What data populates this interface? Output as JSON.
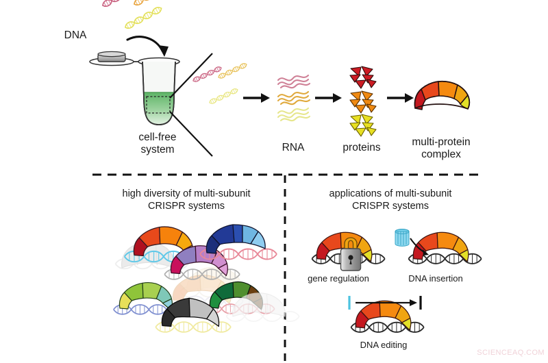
{
  "figure": {
    "title_labels": {
      "dna": "DNA",
      "cell_free_system_line1": "cell-free",
      "cell_free_system_line2": "system",
      "rna": "RNA",
      "proteins": "proteins",
      "complex_line1": "multi-protein",
      "complex_line2": "complex"
    },
    "panels": {
      "left": {
        "heading_line1": "high diversity of multi-subunit",
        "heading_line2": "CRISPR systems"
      },
      "right": {
        "heading_line1": "applications of multi-subunit",
        "heading_line2": "CRISPR systems",
        "applications": [
          {
            "label": "gene regulation",
            "icon": "padlock-icon"
          },
          {
            "label": "DNA insertion",
            "icon": "cargo-cylinder-icon"
          },
          {
            "label": "DNA editing",
            "icon": "cut-markers-icon"
          }
        ]
      }
    },
    "watermark": "SCIENCEAQ.COM",
    "colors": {
      "dna_pink": "#c9607f",
      "dna_orange": "#e8a33d",
      "dna_yellow": "#e3e05a",
      "protein_red": "#cc1c24",
      "protein_orange": "#f08a12",
      "protein_yellow": "#e8e022",
      "complex_dark_red": "#c4181f",
      "complex_red_orange": "#e8481c",
      "complex_orange": "#f58a10",
      "complex_yellow_orange": "#f0b81a",
      "complex_yellow": "#e3e027",
      "tube_green": "#6fbf73",
      "cyan_accent": "#4cc3e0",
      "lock_gray": "#9a9a9a",
      "stroke": "#1a1a1a",
      "watermark": "#f0d2d8"
    },
    "dna_strands_top": [
      {
        "name": "dna-strand-pink",
        "color": "#c9607f"
      },
      {
        "name": "dna-strand-orange",
        "color": "#e8a33d"
      },
      {
        "name": "dna-strand-yellow",
        "color": "#e3e05a"
      }
    ],
    "dna_strands_tube": [
      {
        "name": "dna-strand-pink",
        "color": "#c9607f"
      },
      {
        "name": "dna-strand-orange",
        "color": "#e8c25a"
      },
      {
        "name": "dna-strand-yellow",
        "color": "#e8e680"
      }
    ],
    "rna_strands": [
      {
        "name": "rna-strand-pink",
        "color": "#cf8096"
      },
      {
        "name": "rna-strand-orange",
        "color": "#e0a93c"
      },
      {
        "name": "rna-strand-yellow",
        "color": "#e6e68c"
      }
    ],
    "protein_clusters": [
      {
        "name": "protein-cluster-red",
        "color": "#cc1c24"
      },
      {
        "name": "protein-cluster-orange",
        "color": "#f08a12"
      },
      {
        "name": "protein-cluster-yellow",
        "color": "#e8e022"
      }
    ],
    "diversity_complexes": [
      {
        "name": "complex-warm-orange",
        "c1": "#b01020",
        "c2": "#e8491b",
        "c3": "#f6820c",
        "c4": "#f7a90e",
        "c5": "#e0e026",
        "dna": "#5fc8e8",
        "opacity": 1
      },
      {
        "name": "complex-ghost-gray",
        "c1": "#cfcfcf",
        "c2": "#dcdcdc",
        "c3": "#e4e4e4",
        "c4": "#ececec",
        "c5": "#f2f2f2",
        "dna": "#dddddd",
        "opacity": 0.55
      },
      {
        "name": "complex-ghost-pale",
        "c1": "#f0e8d8",
        "c2": "#f4ecdc",
        "c3": "#f6f0e2",
        "c4": "#f8f2e6",
        "c5": "#faf6ec",
        "dna": "#eeeae0",
        "opacity": 0.5
      },
      {
        "name": "complex-blue",
        "c1": "#1c2f7a",
        "c2": "#223a96",
        "c3": "#2b4fb0",
        "c4": "#6fb6e2",
        "c5": "#8fcdf0",
        "dna": "#e88898",
        "opacity": 1
      },
      {
        "name": "complex-magenta",
        "c1": "#c8105c",
        "c2": "#8f7fc0",
        "c3": "#b77fc8",
        "c4": "#d08fd0",
        "c5": "#e0a0d8",
        "dna": "#b0b0b0",
        "opacity": 1
      },
      {
        "name": "complex-ghost-peach",
        "c1": "#f6cdb0",
        "c2": "#f8d8bc",
        "c3": "#fae4cc",
        "c4": "#f4ecc0",
        "c5": "#f0eeb8",
        "dna": "#e8e8f0",
        "opacity": 0.75
      },
      {
        "name": "complex-green-teal",
        "c1": "#8fc43a",
        "c2": "#a8d050",
        "c3": "#7fc8b8",
        "c4": "#8fd0dc",
        "c5": "#e8e05a",
        "dna": "#7f8fd0",
        "opacity": 1
      },
      {
        "name": "complex-dark-green",
        "c1": "#0f6b3a",
        "c2": "#1f8f3f",
        "c3": "#4f8f2f",
        "c4": "#6b3f10",
        "c5": "#5c3a12",
        "dna": "#e8a0a8",
        "opacity": 1
      },
      {
        "name": "complex-black-gray",
        "c1": "#2a2a2a",
        "c2": "#3a3a3a",
        "c3": "#4a4a4a",
        "c4": "#c0c0c0",
        "c5": "#d4d4d4",
        "dna": "#f0eaa0",
        "opacity": 1
      },
      {
        "name": "complex-ghost-white",
        "c1": "#f0f0f0",
        "c2": "#f4f4f4",
        "c3": "#f6f6f6",
        "c4": "#f8f8f8",
        "c5": "#fafafa",
        "dna": "#f2f2f2",
        "opacity": 0.7
      }
    ]
  }
}
